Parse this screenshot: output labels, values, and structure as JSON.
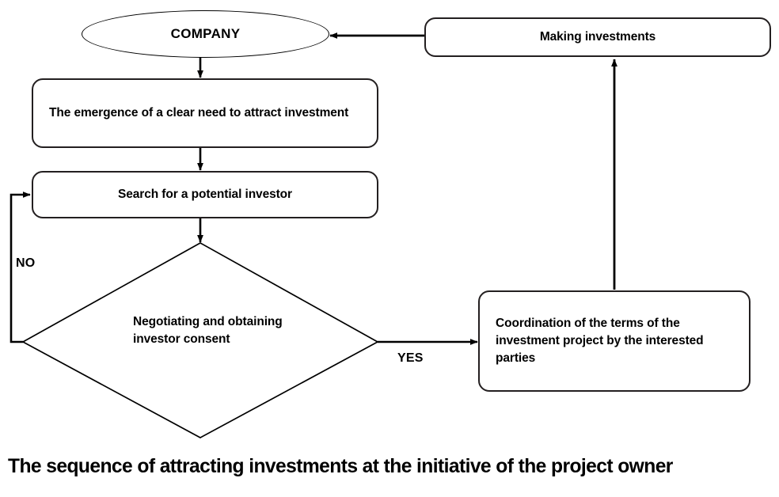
{
  "diagram": {
    "title": "The sequence of attracting investments at the initiative of the project owner",
    "nodes": {
      "company": {
        "label": "COMPANY",
        "shape": "ellipse"
      },
      "need": {
        "label": "The emergence of a clear need to attract investment",
        "shape": "rounded-rectangle"
      },
      "search": {
        "label": "Search for a potential investor",
        "shape": "rounded-rectangle"
      },
      "decision": {
        "label": "Negotiating and obtaining investor consent",
        "shape": "diamond"
      },
      "coordination": {
        "label": "Coordination of the terms of the investment project by the interested parties",
        "shape": "rounded-rectangle"
      },
      "investments": {
        "label": "Making investments",
        "shape": "rounded-rectangle"
      }
    },
    "edge_labels": {
      "no": "NO",
      "yes": "YES"
    },
    "colors": {
      "stroke": "#231f20",
      "line": "#000000",
      "background": "#ffffff",
      "text": "#000000"
    }
  }
}
